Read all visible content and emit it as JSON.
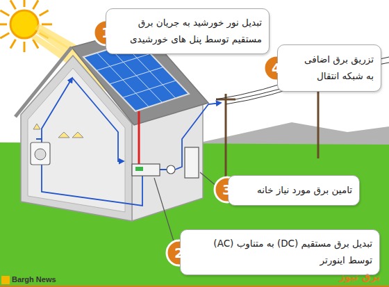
{
  "diagram": {
    "nodes": [
      {
        "text": [
          "تبدیل نور خورشید به جریان برق مستقیم توسط پنل های خورشیدی"
        ]
      },
      {
        "text": [
          "تزریق برق اضافی به شبکه انتقال"
        ]
      },
      {
        "text": [
          "تامین برق مورد نیاز خانه"
        ]
      },
      {
        "text": [
          "تبدیل برق مستقیم (DC) به متناوب (AC) توسط اینورتر"
        ]
      }
    ],
    "labels": [
      "1",
      "4",
      "3",
      "2",
      "Bargh News",
      "برق نیوز"
    ]
  }
}
